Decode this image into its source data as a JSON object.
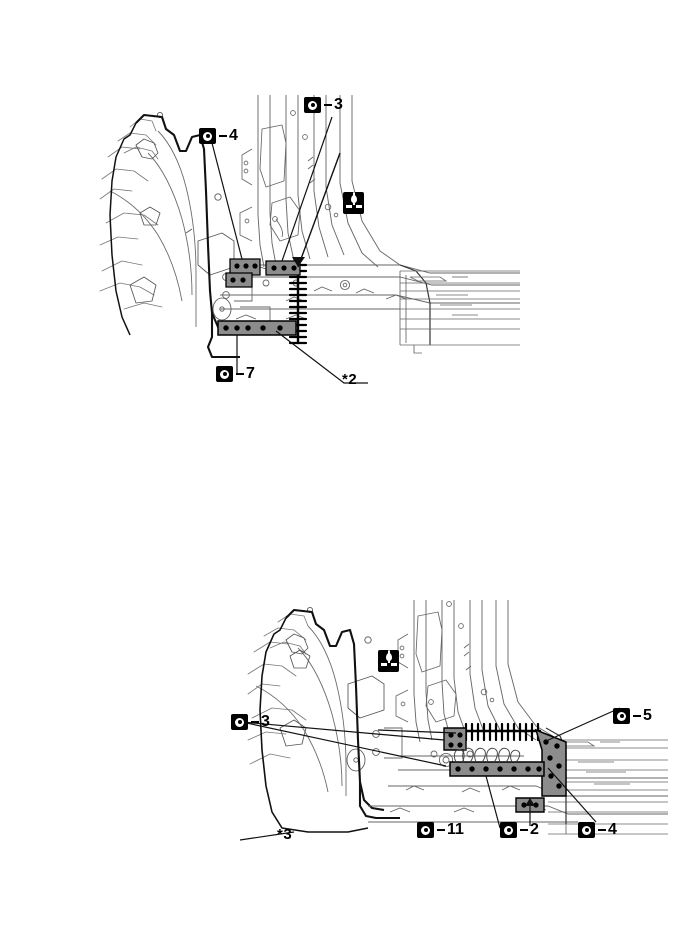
{
  "document": {
    "type": "automotive-body-repair-diagram",
    "description": "Quarter panel / rocker panel weld and sealant application points"
  },
  "figures": [
    {
      "id": "upper",
      "name": "upper-diagram",
      "callouts": [
        {
          "id": "u-4",
          "symbol": "spot-weld",
          "number": "4"
        },
        {
          "id": "u-3",
          "symbol": "spot-weld",
          "number": "3"
        },
        {
          "id": "u-7",
          "symbol": "spot-weld",
          "number": "7"
        }
      ],
      "sealant_icons": [
        {
          "id": "u-seal-1",
          "symbol": "sealant-apply"
        }
      ],
      "notes": [
        {
          "id": "u-note-2",
          "text": "*2"
        }
      ]
    },
    {
      "id": "lower",
      "name": "lower-diagram",
      "callouts": [
        {
          "id": "l-3",
          "symbol": "spot-weld",
          "number": "3"
        },
        {
          "id": "l-5",
          "symbol": "spot-weld",
          "number": "5"
        },
        {
          "id": "l-11",
          "symbol": "spot-weld",
          "number": "11"
        },
        {
          "id": "l-2",
          "symbol": "spot-weld",
          "number": "2"
        },
        {
          "id": "l-4",
          "symbol": "spot-weld",
          "number": "4"
        }
      ],
      "sealant_icons": [
        {
          "id": "l-seal-1",
          "symbol": "sealant-apply"
        }
      ],
      "notes": [
        {
          "id": "l-note-3",
          "text": "*3"
        }
      ]
    }
  ],
  "colors": {
    "line": "#1a1a1a",
    "thin_line": "#777777",
    "flange_fill": "#8c8c8c",
    "weld_dot": "#000000",
    "background": "#ffffff"
  }
}
